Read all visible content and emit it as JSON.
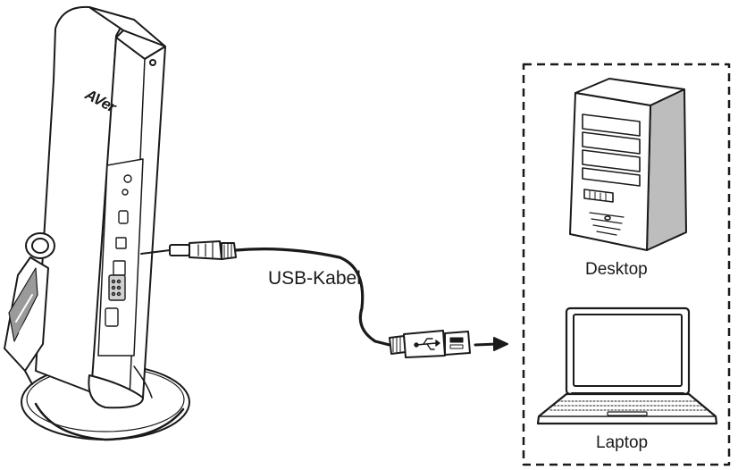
{
  "device": {
    "logo": "AVer"
  },
  "cable": {
    "label": "USB-Kabel"
  },
  "targets": [
    {
      "label": "Desktop",
      "icon": "desktop-tower-icon"
    },
    {
      "label": "Laptop",
      "icon": "laptop-icon"
    }
  ],
  "colors": {
    "line": "#1a1a1a",
    "background": "#ffffff",
    "shade": "#bdbdbd"
  }
}
